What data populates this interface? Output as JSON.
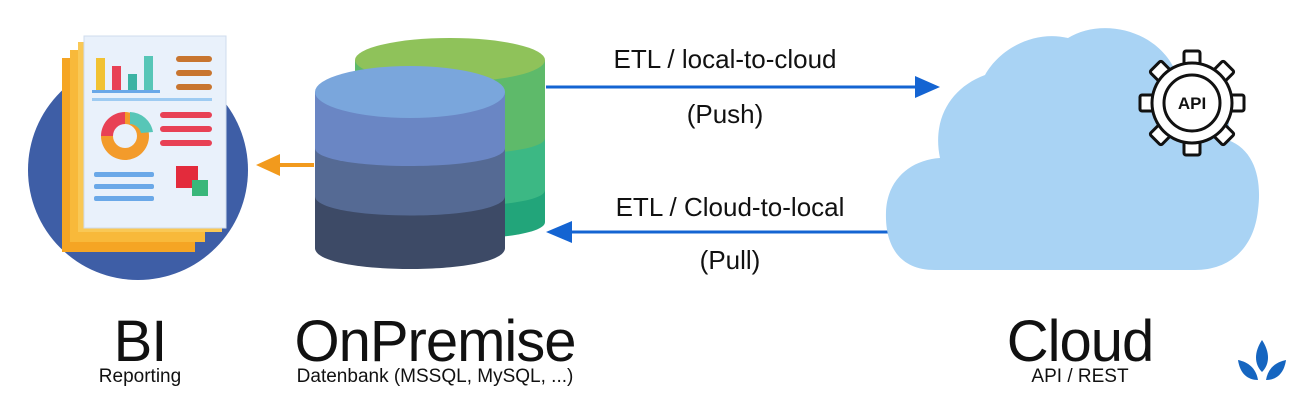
{
  "diagram": {
    "bi": {
      "title": "BI",
      "subtitle": "Reporting"
    },
    "onpremise": {
      "title": "OnPremise",
      "subtitle": "Datenbank (MSSQL, MySQL, ...)"
    },
    "cloud": {
      "title": "Cloud",
      "subtitle": "API / REST",
      "api_badge": "API"
    },
    "push": {
      "label": "ETL / local-to-cloud",
      "mode": "(Push)"
    },
    "pull": {
      "label": "ETL / Cloud-to-local",
      "mode": "(Pull)"
    }
  },
  "colors": {
    "arrow_blue": "#1464d2",
    "arrow_orange": "#f29a1d",
    "cloud": "#a9d3f4",
    "db_front": [
      "#7aa6dc",
      "#6a86c4",
      "#556a94",
      "#3d4a66"
    ],
    "db_back": [
      "#8fc25a",
      "#3cb884",
      "#22a57a"
    ],
    "bi_circle": "#3e5ea6",
    "logo": "#1565c0"
  },
  "icons": [
    "bi-report-icon",
    "database-icon",
    "cloud-icon",
    "api-gear-icon",
    "leaf-logo-icon"
  ]
}
